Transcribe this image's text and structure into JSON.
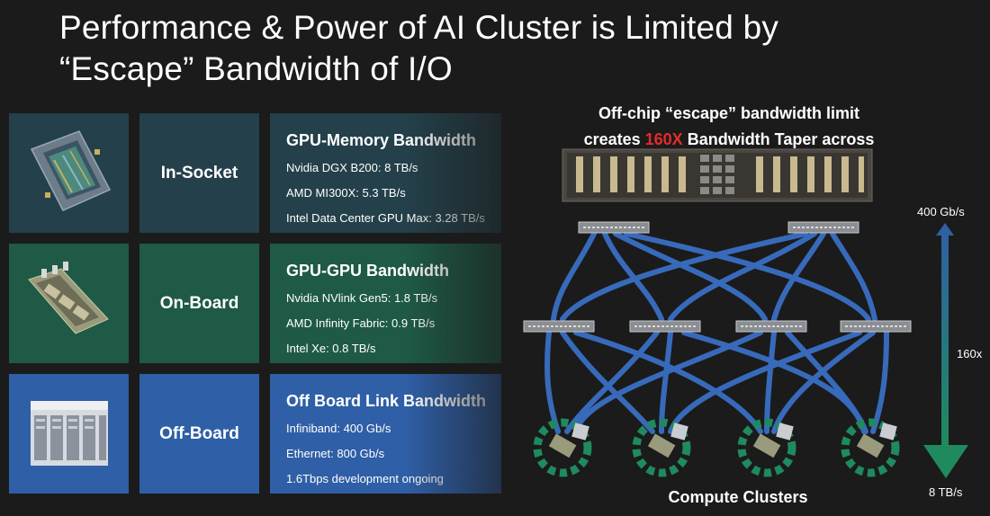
{
  "title": {
    "line1": "Performance & Power of AI Cluster is Limited by",
    "line2": "“Escape” Bandwidth of I/O"
  },
  "rows": [
    {
      "label": "In-Socket",
      "heading": "GPU-Memory Bandwidth",
      "lines": [
        "Nvidia DGX B200: 8 TB/s",
        "AMD MI300X: 5.3 TB/s",
        "Intel Data Center GPU Max: 3.28 TB/s"
      ],
      "image": "gpu-chip-image"
    },
    {
      "label": "On-Board",
      "heading": "GPU-GPU  Bandwidth",
      "lines": [
        "Nvidia NVlink Gen5: 1.8 TB/s",
        "AMD Infinity Fabric: 0.9 TB/s",
        "Intel Xe: 0.8 TB/s"
      ],
      "image": "gpu-board-image"
    },
    {
      "label": "Off-Board",
      "heading": "Off Board Link Bandwidth",
      "lines": [
        "Infiniband: 400 Gb/s",
        "Ethernet: 800 Gb/s",
        "1.6Tbps development ongoing"
      ],
      "image": "server-rack-image"
    }
  ],
  "diagram": {
    "title_line1": "Off-chip “escape” bandwidth limit",
    "title_line2_pre": "creates ",
    "title_line2_highlight": "160X",
    "title_line2_post": " Bandwidth Taper across",
    "compute_label": "Compute Clusters",
    "scale_top": "400 Gb/s",
    "scale_mid": "160x",
    "scale_bottom": "8 TB/s"
  },
  "colors": {
    "background": "#1b1b1b",
    "in_socket": "#24404a",
    "on_board": "#1e5a45",
    "off_board": "#2f5fa6",
    "highlight_red": "#e62b2b",
    "cable_blue": "#3a6fc4",
    "arrow_top": "#2f5fa6",
    "arrow_bottom": "#1f8a5e"
  }
}
